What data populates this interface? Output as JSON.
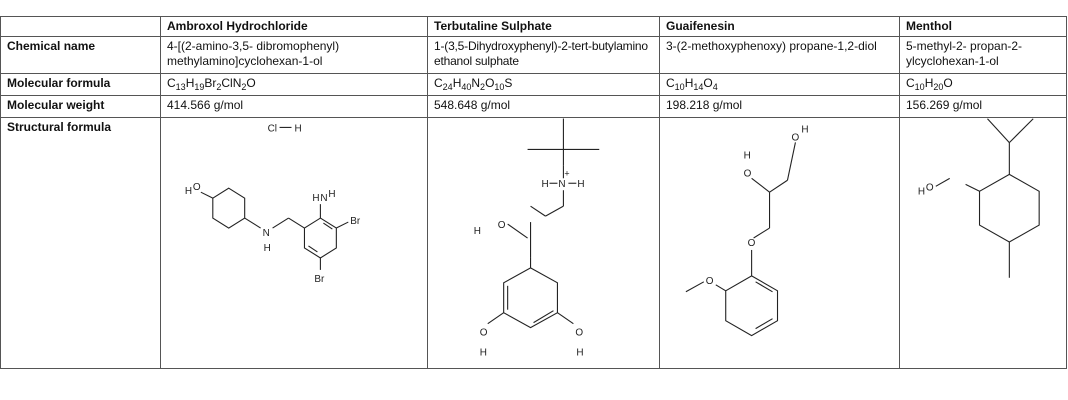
{
  "caption": "",
  "columns": [
    "",
    "Ambroxol Hydrochloride",
    "Terbutaline Sulphate",
    "Guaifenesin",
    "Menthol"
  ],
  "rows": {
    "chemical_name": {
      "label": "Chemical name",
      "values": [
        "4-[(2-amino-3,5- dibromophenyl) methylamino]cyclohexan-1-ol",
        "1-(3,5-Dihydroxyphenyl)-2-tert-butylamino ethanol sulphate",
        "3-(2-methoxyphenoxy) propane-1,2-diol",
        "5-methyl-2- propan-2-ylcyclohexan-1-ol"
      ]
    },
    "molecular_formula": {
      "label": "Molecular formula",
      "values": [
        [
          [
            "C",
            ""
          ],
          [
            "13",
            "sub"
          ],
          [
            "H",
            ""
          ],
          [
            "19",
            "sub"
          ],
          [
            "Br",
            ""
          ],
          [
            "2",
            "sub"
          ],
          [
            "ClN",
            ""
          ],
          [
            "2",
            "sub"
          ],
          [
            "O",
            ""
          ]
        ],
        [
          [
            "C",
            ""
          ],
          [
            "24",
            "sub"
          ],
          [
            "H",
            ""
          ],
          [
            "40",
            "sub"
          ],
          [
            "N",
            ""
          ],
          [
            "2",
            "sub"
          ],
          [
            "O",
            ""
          ],
          [
            "10",
            "sub"
          ],
          [
            "S",
            ""
          ]
        ],
        [
          [
            "C",
            ""
          ],
          [
            "10",
            "sub"
          ],
          [
            "H",
            ""
          ],
          [
            "14",
            "sub"
          ],
          [
            "O",
            ""
          ],
          [
            "4",
            "sub"
          ]
        ],
        [
          [
            "C",
            ""
          ],
          [
            "10",
            "sub"
          ],
          [
            "H",
            ""
          ],
          [
            "20",
            "sub"
          ],
          [
            "O",
            ""
          ]
        ]
      ]
    },
    "molecular_weight": {
      "label": "Molecular weight",
      "values": [
        "414.566 g/mol",
        "548.648 g/mol",
        "198.218 g/mol",
        "156.269 g/mol"
      ]
    },
    "structural_formula": {
      "label": "Structural formula",
      "atom_labels": {
        "ambroxol": [
          "Cl",
          "H",
          "H",
          "O",
          "N",
          "H",
          "H",
          "N",
          "H",
          "Br",
          "Br"
        ],
        "terbutaline": [
          "H",
          "N",
          "H",
          "+",
          "H",
          "O",
          "O",
          "H",
          "O",
          "H"
        ],
        "guaifenesin": [
          "H",
          "O",
          "O",
          "H",
          "O",
          "O"
        ],
        "menthol": [
          "H",
          "O"
        ]
      }
    }
  }
}
